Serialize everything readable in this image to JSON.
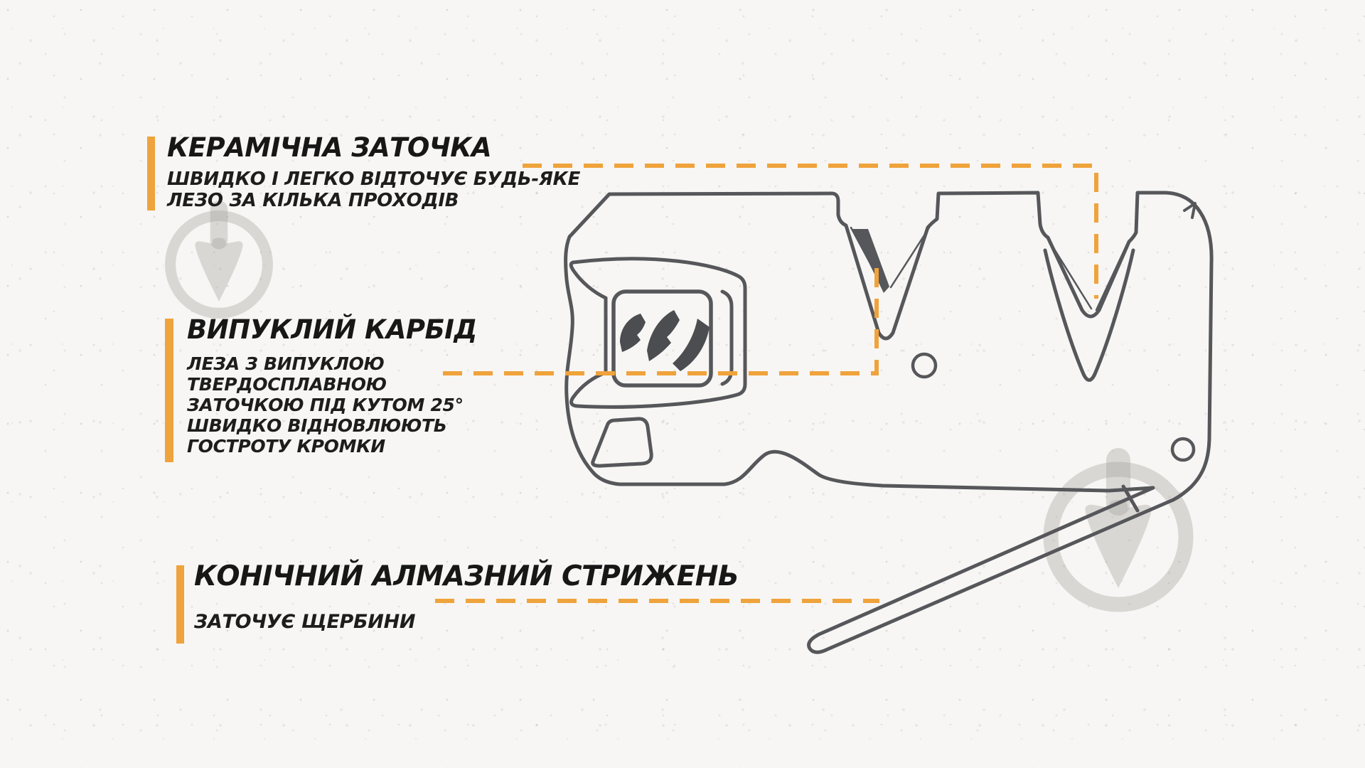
{
  "page": {
    "type": "product-feature-infographic",
    "subject": "pocket knife sharpener line drawing with three feature callouts",
    "background_color": "#f7f6f4"
  },
  "colors": {
    "accent_orange": "#EFA33C",
    "line_gray": "#56575A",
    "logo_gray": "#4C4D50",
    "text_black": "#171717",
    "watermark_gray": "rgba(160,158,152,0.35)"
  },
  "callouts": [
    {
      "id": "ceramic",
      "title": "КЕРАМІЧНА ЗАТОЧКА",
      "description_lines": [
        "ШВИДКО І ЛЕГКО ВІДТОЧУЄ БУДЬ-ЯКЕ",
        "ЛЕЗО ЗА КІЛЬКА ПРОХОДІВ"
      ]
    },
    {
      "id": "carbide",
      "title": "ВИПУКЛИЙ КАРБІД",
      "description_lines": [
        "ЛЕЗА З ВИПУКЛОЮ",
        "ТВЕРДОСПЛАВНОЮ",
        "ЗАТОЧКОЮ ПІД КУТОМ 25°",
        "ШВИДКО ВІДНОВЛЮЮТЬ",
        "ГОСТРОТУ КРОМКИ"
      ]
    },
    {
      "id": "diamond",
      "title": "КОНІЧНИЙ АЛМАЗНИЙ СТРИЖЕНЬ",
      "description_lines": [
        "ЗАТОЧУЄ ЩЕРБИНИ"
      ]
    }
  ],
  "diagram_parts": [
    "sharpener-body-outline",
    "carbide-slot-left-notch",
    "ceramic-slot-right-notch",
    "brand-logo-plate",
    "lanyard-hole",
    "rivet-left",
    "rivet-right",
    "fold-out-diamond-rod",
    "watermark-top-left",
    "watermark-bottom-right"
  ]
}
